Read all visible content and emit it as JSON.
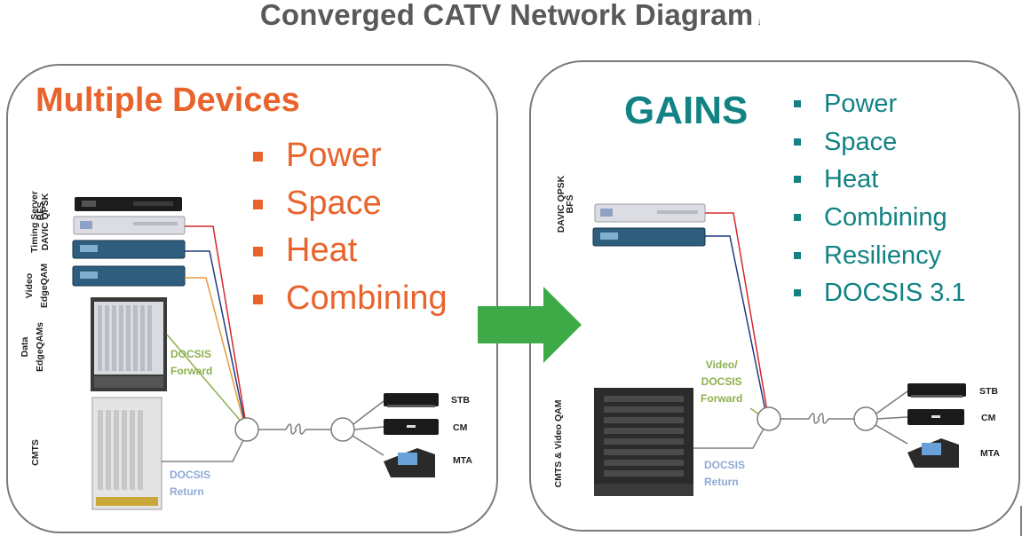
{
  "title": "Converged CATV Network Diagram",
  "title_mark": "↓",
  "left": {
    "heading": "Multiple Devices",
    "bullets": [
      "Power",
      "Space",
      "Heat",
      "Combining"
    ],
    "label_timing": "Timing Server",
    "label_davic": "DAVIC QPSK",
    "label_bfs": "BFS",
    "label_video": "Video",
    "label_edgeqam": "EdgeQAM",
    "label_data": "Data",
    "label_edgeqams": "EdgeQAMs",
    "label_cmts": "CMTS",
    "docsis_forward": [
      "DOCSIS",
      "Forward"
    ],
    "docsis_return": [
      "DOCSIS",
      "Return"
    ],
    "stb": "STB",
    "cm": "CM",
    "mta": "MTA"
  },
  "right": {
    "heading": "GAINS",
    "bullets": [
      "Power",
      "Space",
      "Heat",
      "Combining",
      "Resiliency",
      "DOCSIS 3.1"
    ],
    "label_davic": "DAVIC QPSK",
    "label_bfs": "BFS",
    "label_cmts": "CMTS & Video QAM",
    "video_docsis_forward": [
      "Video/",
      "DOCSIS",
      "Forward"
    ],
    "docsis_return": [
      "DOCSIS",
      "Return"
    ],
    "stb": "STB",
    "cm": "CM",
    "mta": "MTA"
  },
  "colors": {
    "orange": "#E8642C",
    "teal": "#128285",
    "arrow_green": "#3DAA47",
    "line_red": "#D62828",
    "line_navy": "#1F3B80",
    "line_orange": "#E89A3C",
    "line_green": "#8DB04E",
    "line_gray": "#808080"
  }
}
